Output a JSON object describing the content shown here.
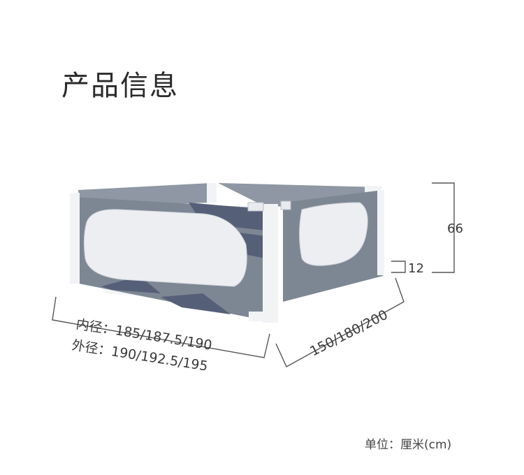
{
  "page": {
    "title": "产品信息",
    "unit_note": "单位：厘米(cm)"
  },
  "dimensions": {
    "height_total": "66",
    "height_base": "12",
    "depth": "150/180/200",
    "inner_width": "内径：185/187.5/190",
    "outer_width": "外径：190/192.5/195"
  },
  "colors": {
    "panel_gray": "#7d8794",
    "frame_white": "#f1f3f5",
    "stripe_navy": "#565f78",
    "mesh": "#eceef2",
    "dimension_line": "#555555"
  }
}
